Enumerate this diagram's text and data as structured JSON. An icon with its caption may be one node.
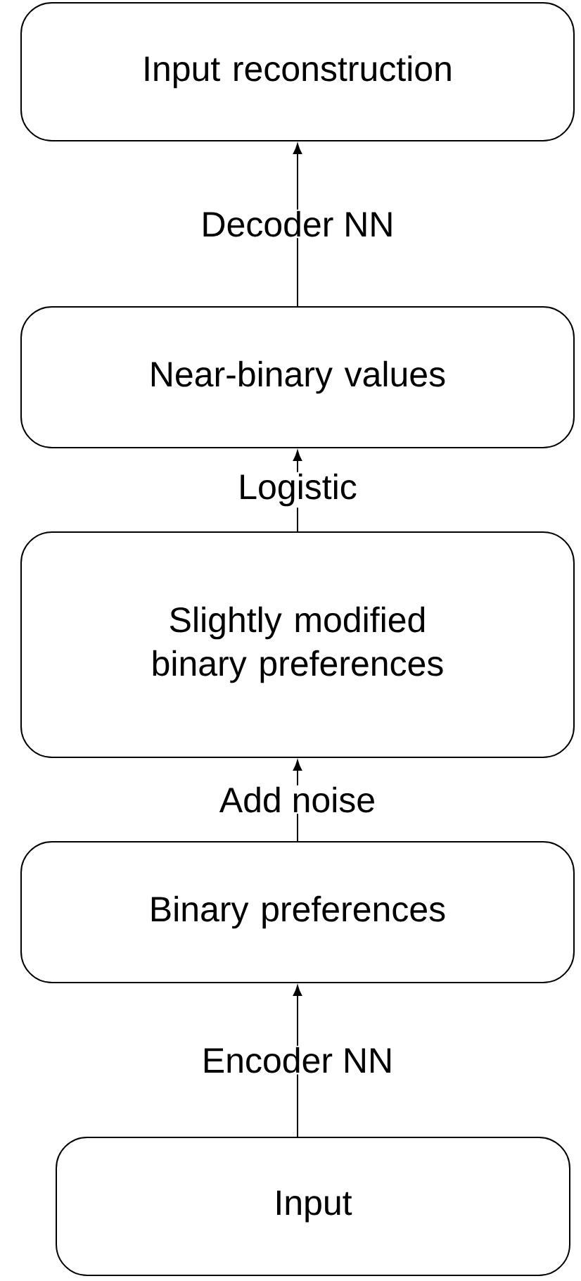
{
  "diagram": {
    "nodes": [
      {
        "text": [
          "Input reconstruction"
        ]
      },
      {
        "text": [
          "Near-binary values"
        ]
      },
      {
        "text": [
          "Slightly modified binary preferences"
        ]
      },
      {
        "text": [
          "Binary preferences"
        ]
      },
      {
        "text": [
          "Input"
        ]
      }
    ],
    "edges": [
      {
        "from": 1,
        "to": 0,
        "arrow": "to",
        "label": "Decoder NN"
      },
      {
        "from": 2,
        "to": 1,
        "arrow": "to",
        "label": "Logistic"
      },
      {
        "from": 3,
        "to": 2,
        "arrow": "to",
        "label": "Add noise"
      },
      {
        "from": 4,
        "to": 3,
        "arrow": "to",
        "label": "Encoder NN"
      }
    ]
  }
}
